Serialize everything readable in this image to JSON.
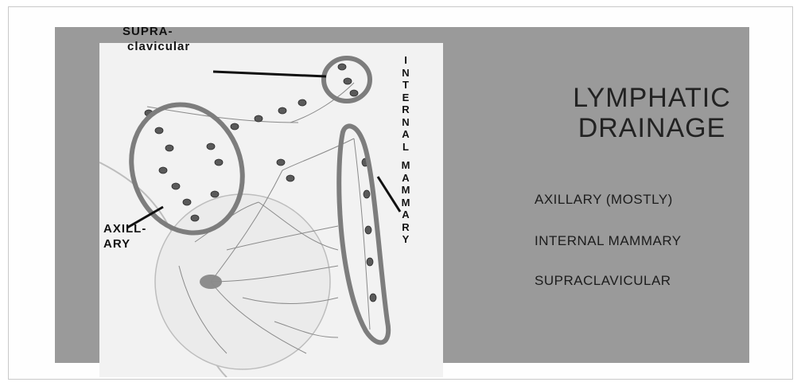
{
  "slide": {
    "title_line1": "LYMPHATIC",
    "title_line2": "DRAINAGE",
    "bullets": [
      "AXILLARY (MOSTLY)",
      "INTERNAL MAMMARY",
      "SUPRACLAVICULAR"
    ]
  },
  "illustration": {
    "label_supra_line1": "SUPRA-",
    "label_supra_line2": "clavicular",
    "label_axillary_line1": "AXILL-",
    "label_axillary_line2": "ARY",
    "label_internal_mammary": "INTERNAL MAMMARY"
  },
  "colors": {
    "slide_background": "#9a9a9a",
    "node_group_outline": "#7d7d7d",
    "illustration_background": "#f2f2f2"
  }
}
